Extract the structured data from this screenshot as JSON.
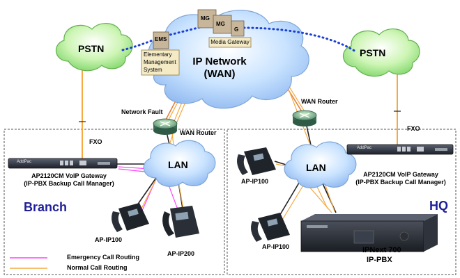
{
  "clouds": {
    "pstn_left": "PSTN",
    "pstn_right": "PSTN",
    "wan_line1": "IP Network",
    "wan_line2": "(WAN)",
    "lan_branch": "LAN",
    "lan_hq": "LAN"
  },
  "devices": {
    "mg_boxes": [
      "MG",
      "MG",
      "G"
    ],
    "media_gateway": "Media Gateway",
    "ems_box": "EMS",
    "ems_caption": [
      "Elementary",
      "Management",
      "System"
    ],
    "network_fault": "Network Fault",
    "wan_router_branch": "WAN Router",
    "wan_router_hq": "WAN Router",
    "fxo_branch": "FXO",
    "fxo_hq": "FXO",
    "gateway_branch": [
      "AP2120CM VoIP Gateway",
      "(IP-PBX Backup Call Manager)"
    ],
    "gateway_hq": [
      "AP2120CM VoIP Gateway",
      "(IP-PBX Backup Call Manager)"
    ],
    "gateway_brand": "AddPac",
    "phone_branch_1": "AP-IP100",
    "phone_branch_2": "AP-IP200",
    "phone_hq_1": "AP-IP100",
    "phone_hq_2": "AP-IP100",
    "ippbx": [
      "IPNext 700",
      "IP-PBX"
    ]
  },
  "sites": {
    "branch": "Branch",
    "hq": "HQ"
  },
  "legend": {
    "emergency": "Emergency Call Routing",
    "normal": "Normal Call Routing"
  },
  "colors": {
    "cloud_blue": "#c9e3ff",
    "cloud_green": "#cdf5b4",
    "dotted_link": "#1b3fd1",
    "emergency_line": "#ff44ff",
    "normal_line": "#f5a940",
    "site_label": "#1f1f9a"
  }
}
